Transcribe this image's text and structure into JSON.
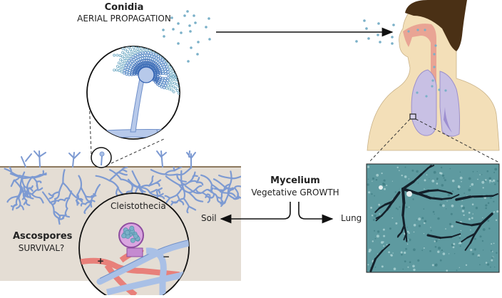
{
  "figure": {
    "conidia": {
      "title": "Conidia",
      "subtitle": "AERIAL PROPAGATION"
    },
    "mycelium": {
      "title": "Mycelium",
      "subtitle": "Vegetative GROWTH"
    },
    "ascospores": {
      "title": "Ascospores",
      "subtitle": "SURVIVAL?"
    },
    "cleistothecia_label": "Cleistothecia",
    "soil_label": "Soil",
    "lung_label": "Lung",
    "mating_types": {
      "plus": "+",
      "minus": "−"
    }
  },
  "colors": {
    "hyphae": "#a9c0e6",
    "hyphae_stroke": "#6f8fc9",
    "soil": "#e4ddd4",
    "skin": "#f3dfb8",
    "hair": "#4a3015",
    "airway": "#e9a494",
    "lung": "#c8c0e4",
    "spore": "#7ab0c8",
    "mating_plus": "#e8807a",
    "cleistothecium": "#c48ad0",
    "histology": "#5e9aa0"
  }
}
